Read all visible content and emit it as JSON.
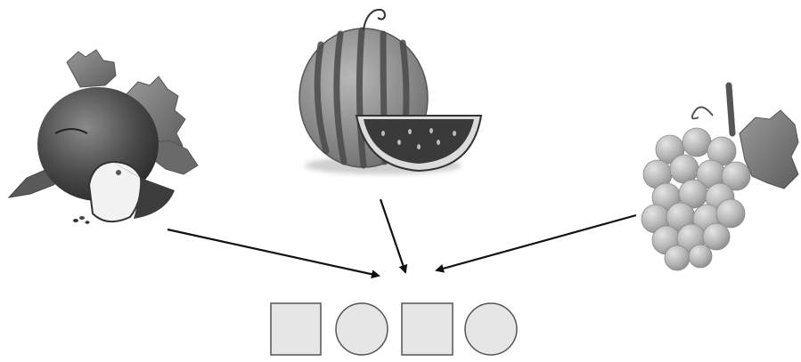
{
  "items": [
    {
      "name": "apple",
      "icon": "apple-icon"
    },
    {
      "name": "watermelon",
      "icon": "watermelon-icon"
    },
    {
      "name": "grapes",
      "icon": "grapes-icon"
    }
  ],
  "answer_shapes": [
    "square",
    "circle",
    "square",
    "circle"
  ],
  "colors": {
    "arrow": "#111111",
    "shape_fill": "#e6e6e6",
    "shape_stroke": "#555555"
  }
}
